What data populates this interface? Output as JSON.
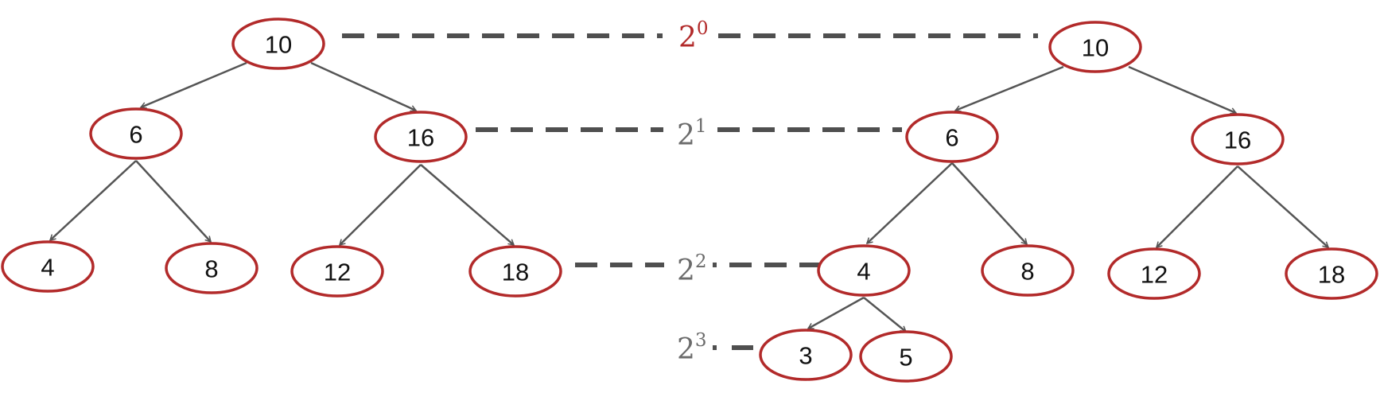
{
  "trees": {
    "left": {
      "nodes": [
        "10",
        "6",
        "16",
        "4",
        "8",
        "12",
        "18"
      ]
    },
    "right": {
      "nodes": [
        "10",
        "6",
        "16",
        "4",
        "8",
        "12",
        "18",
        "3",
        "5"
      ]
    }
  },
  "levels": [
    {
      "base": "2",
      "exp": "0",
      "color": "#b22a2a"
    },
    {
      "base": "2",
      "exp": "1",
      "color": "#6b6b6b"
    },
    {
      "base": "2",
      "exp": "2",
      "color": "#6b6b6b"
    },
    {
      "base": "2",
      "exp": "3",
      "color": "#6b6b6b"
    }
  ],
  "colors": {
    "node_border": "#b22a2a",
    "edge": "#555555",
    "dash": "#4f4f4f"
  }
}
